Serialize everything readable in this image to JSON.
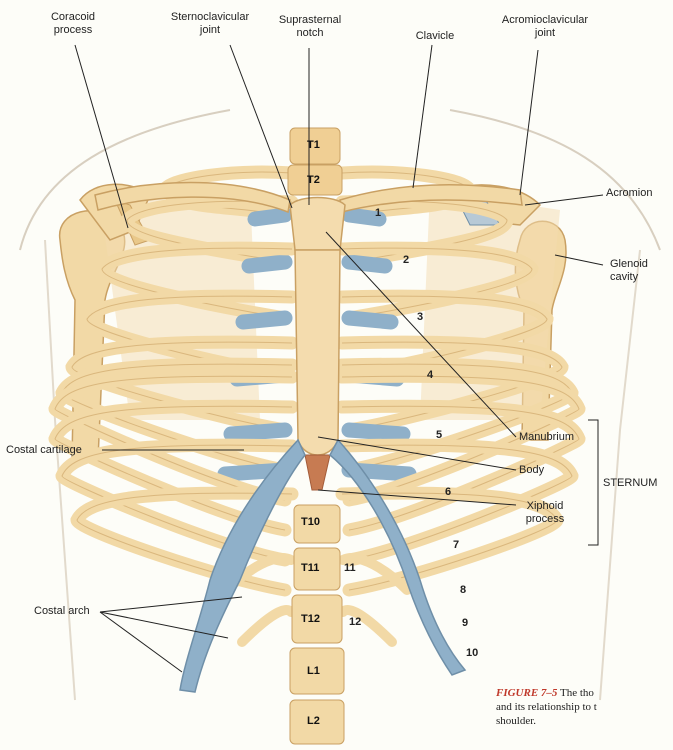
{
  "labels": {
    "coracoid": "Coracoid\nprocess",
    "sternoclavicular": "Sternoclavicular\njoint",
    "suprasternal": "Suprasternal\nnotch",
    "clavicle": "Clavicle",
    "acromioclavicular": "Acromioclavicular\njoint",
    "acromion": "Acromion",
    "glenoid": "Glenoid\ncavity",
    "costal_cartilage": "Costal cartilage",
    "manubrium": "Manubrium",
    "body": "Body",
    "sternum": "STERNUM",
    "xiphoid": "Xiphoid\nprocess",
    "costal_arch": "Costal arch"
  },
  "rib_numbers": [
    "1",
    "2",
    "3",
    "4",
    "5",
    "6",
    "7",
    "8",
    "9",
    "10",
    "11",
    "12"
  ],
  "vertebrae": [
    "T1",
    "T2",
    "T10",
    "T11",
    "T12",
    "L1",
    "L2"
  ],
  "caption": {
    "figure": "FIGURE 7–5",
    "line1": "The tho",
    "line2": "and its relationship to t",
    "line3": "shoulder."
  },
  "colors": {
    "bone": "#f2d9a6",
    "bone_outline": "#c9a063",
    "cartilage": "#8fb0c9",
    "cartilage_outline": "#6f8fa8",
    "skin_outline": "#d8cfc0",
    "leader": "#222222"
  }
}
